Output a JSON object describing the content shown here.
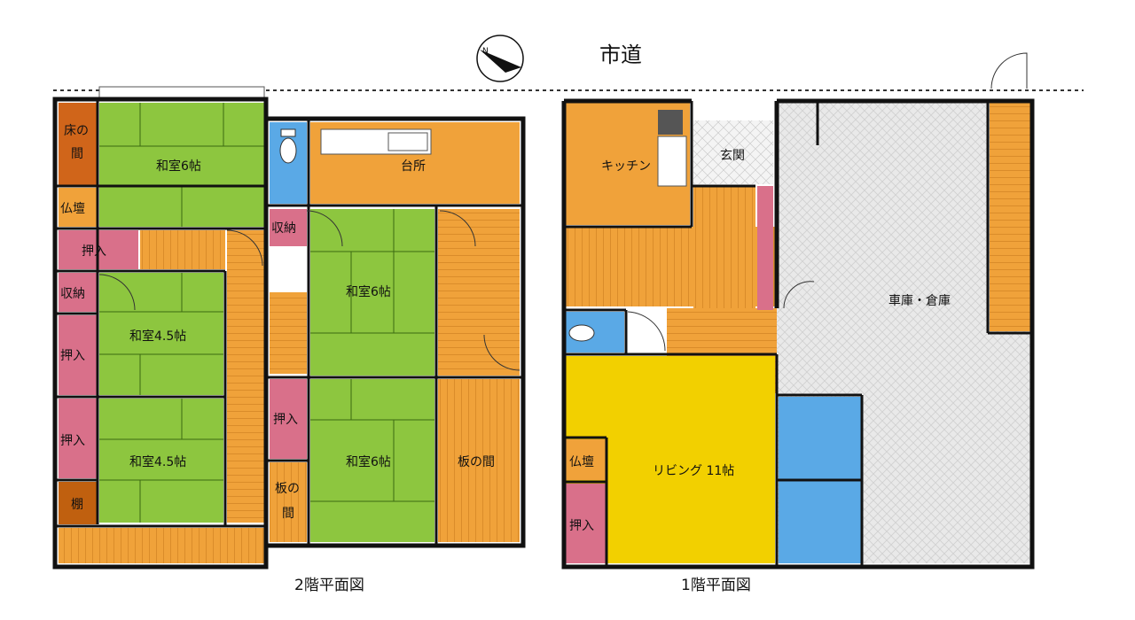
{
  "street_label": "市道",
  "captions": {
    "floor2": "2階平面図",
    "floor1": "1階平面図"
  },
  "floor2_rooms": {
    "toko": "床の",
    "toko2": "間",
    "butsudan": "仏壇",
    "oshiire_a": "押入",
    "shuno_a": "収納",
    "oshiire_b": "押入",
    "oshiire_c": "押入",
    "tana": "棚",
    "washitsu6_a": "和室6帖",
    "washitsu45_a": "和室4.5帖",
    "washitsu45_b": "和室4.5帖",
    "daidokoro": "台所",
    "shuno_b": "収納",
    "washitsu6_b": "和室6帖",
    "oshiire_d": "押入",
    "washitsu6_c": "和室6帖",
    "itanoma_small1": "板の",
    "itanoma_small2": "間",
    "itanoma": "板の間"
  },
  "floor1_rooms": {
    "kitchen": "キッチン",
    "genkan": "玄関",
    "garage": "車庫・倉庫",
    "living": "リビング 11帖",
    "butsudan": "仏壇",
    "oshiire": "押入"
  },
  "colors": {
    "tatami": "#8DC63F",
    "wood": "#F0A23A",
    "wood_dark": "#E0901F",
    "closet": "#D9708A",
    "water": "#5AA9E6",
    "living": "#F2D000",
    "toko": "#D0651A",
    "garage": "#E8E8E8",
    "wall": "#111111"
  }
}
